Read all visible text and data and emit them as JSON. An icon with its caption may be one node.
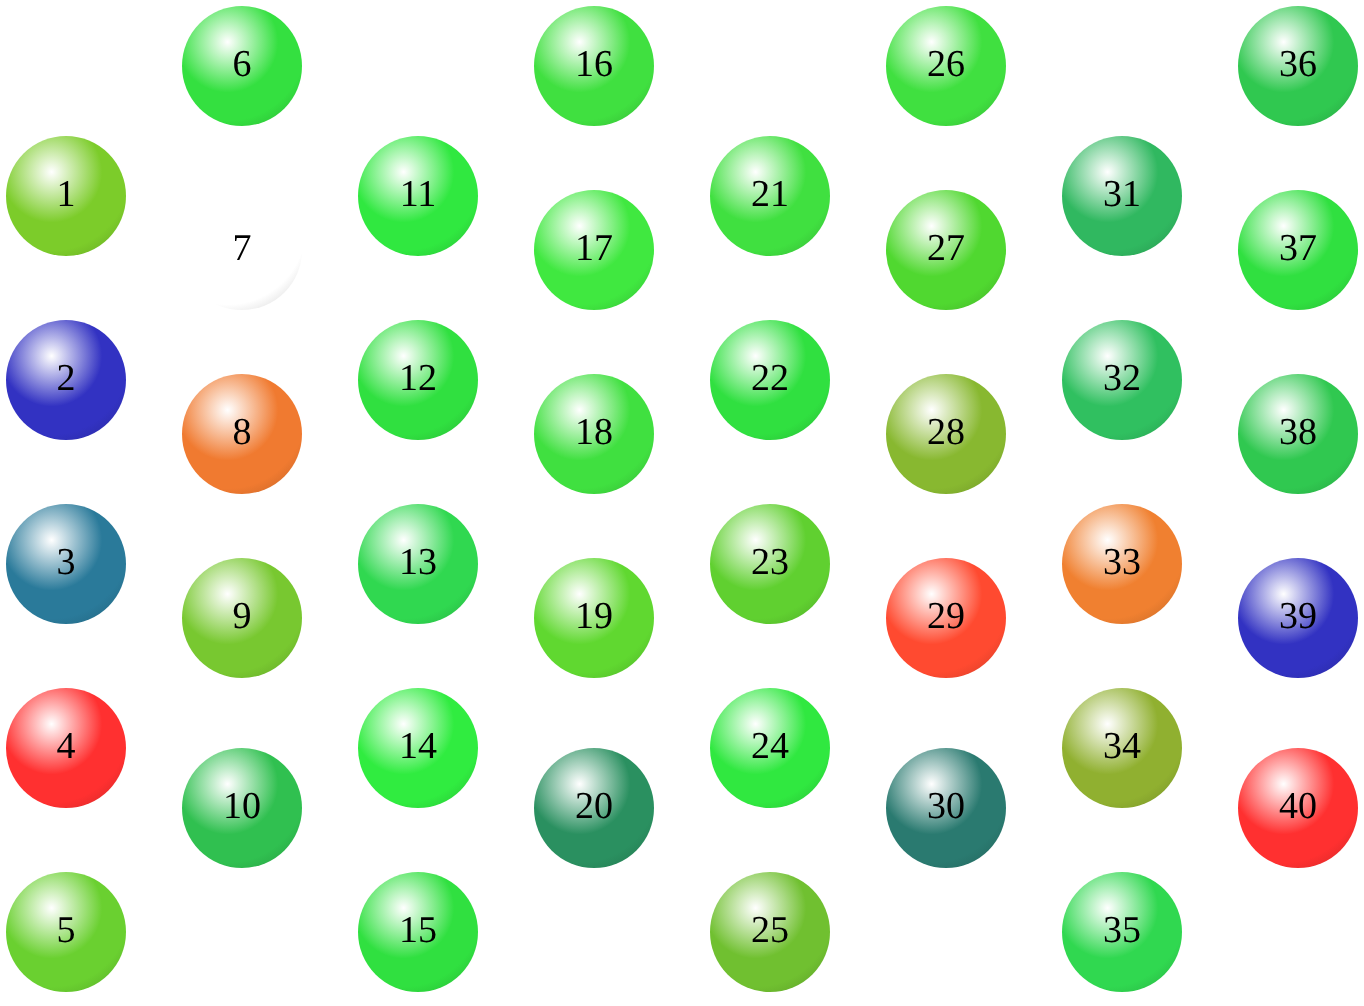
{
  "diagram": {
    "nodes": [
      {
        "text": [
          "1"
        ]
      },
      {
        "text": [
          "2"
        ]
      },
      {
        "text": [
          "3"
        ]
      },
      {
        "text": [
          "4"
        ]
      },
      {
        "text": [
          "5"
        ]
      },
      {
        "text": [
          "6"
        ]
      },
      {
        "text": [
          "7"
        ]
      },
      {
        "text": [
          "8"
        ]
      },
      {
        "text": [
          "9"
        ]
      },
      {
        "text": [
          "10"
        ]
      },
      {
        "text": [
          "11"
        ]
      },
      {
        "text": [
          "12"
        ]
      },
      {
        "text": [
          "13"
        ]
      },
      {
        "text": [
          "14"
        ]
      },
      {
        "text": [
          "15"
        ]
      },
      {
        "text": [
          "16"
        ]
      },
      {
        "text": [
          "17"
        ]
      },
      {
        "text": [
          "18"
        ]
      },
      {
        "text": [
          "19"
        ]
      },
      {
        "text": [
          "20"
        ]
      },
      {
        "text": [
          "21"
        ]
      },
      {
        "text": [
          "22"
        ]
      },
      {
        "text": [
          "23"
        ]
      },
      {
        "text": [
          "24"
        ]
      },
      {
        "text": [
          "25"
        ]
      },
      {
        "text": [
          "26"
        ]
      },
      {
        "text": [
          "27"
        ]
      },
      {
        "text": [
          "28"
        ]
      },
      {
        "text": [
          "29"
        ]
      },
      {
        "text": [
          "30"
        ]
      },
      {
        "text": [
          "31"
        ]
      },
      {
        "text": [
          "32"
        ]
      },
      {
        "text": [
          "33"
        ]
      },
      {
        "text": [
          "34"
        ]
      },
      {
        "text": [
          "35"
        ]
      },
      {
        "text": [
          "36"
        ]
      },
      {
        "text": [
          "37"
        ]
      },
      {
        "text": [
          "38"
        ]
      },
      {
        "text": [
          "39"
        ]
      },
      {
        "text": [
          "40"
        ]
      }
    ]
  }
}
